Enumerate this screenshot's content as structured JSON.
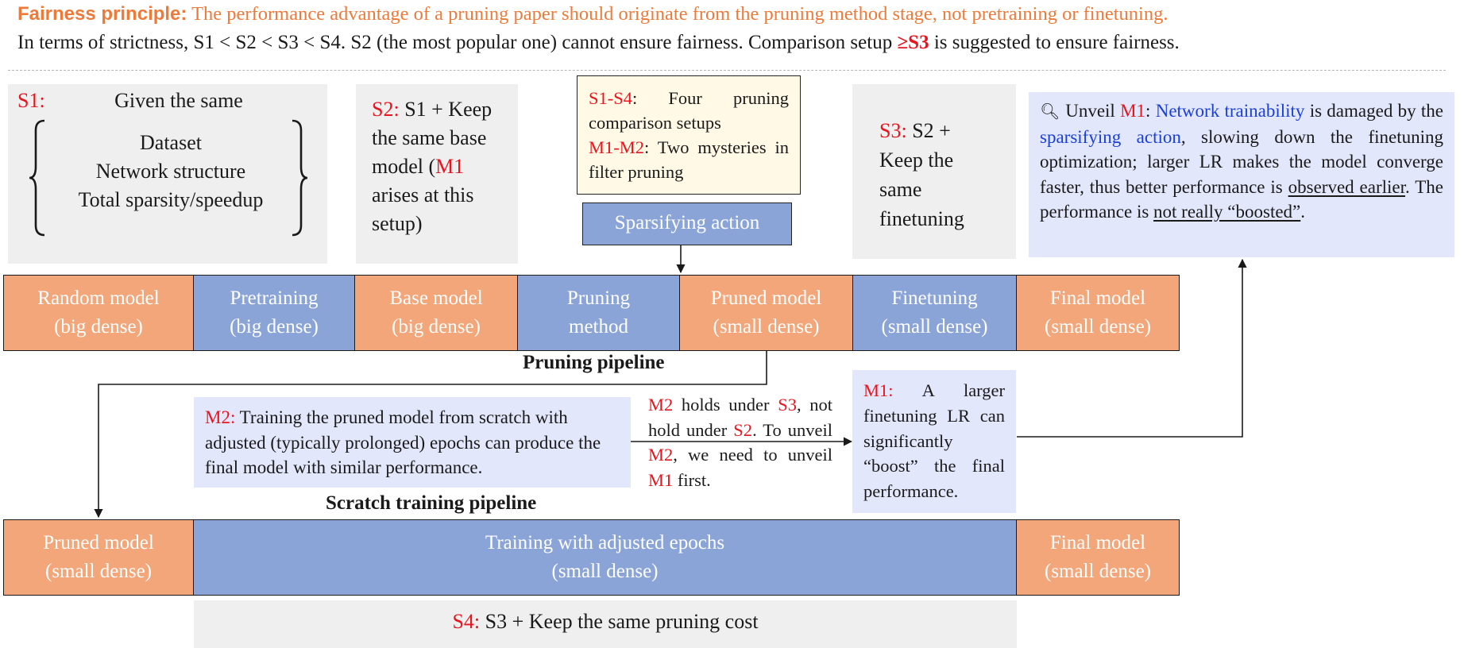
{
  "header": {
    "principle_lead": "Fairness principle:",
    "principle_text": " The performance advantage of a pruning paper should originate from the pruning method stage, not pretraining or finetuning.",
    "strictness_text": "In terms of strictness, S1 < S2 < S3 < S4. S2 (the most popular one) cannot ensure fairness. Comparison setup ",
    "strictness_emph": "≥S3",
    "strictness_tail": " is suggested to ensure fairness."
  },
  "setups": {
    "s1": {
      "tag": "S1:",
      "given": "Given the same",
      "items": [
        "Dataset",
        "Network structure",
        "Total sparsity/speedup"
      ]
    },
    "s2": {
      "tag": "S2:",
      "text_a": " S1 + Keep the same base model (",
      "m1": "M1",
      "text_b": " arises at this setup)"
    },
    "s3": {
      "tag": "S3:",
      "text": " S2 + Keep the same finetuning"
    },
    "s4": {
      "tag": "S4:",
      "text": " S3 + Keep the same pruning cost"
    }
  },
  "legend": {
    "s_tag": "S1-S4",
    "s_text": ": Four pruning comparison setups",
    "m_tag": "M1-M2",
    "m_text": ": Two mysteries in filter pruning"
  },
  "sparsifying_action": "Sparsifying action",
  "pruning_pipeline": {
    "label": "Pruning pipeline",
    "stages": [
      {
        "line1": "Random model",
        "line2": "(big dense)"
      },
      {
        "line1": "Pretraining",
        "line2": "(big dense)"
      },
      {
        "line1": "Base model",
        "line2": "(big dense)"
      },
      {
        "line1": "Pruning",
        "line2": "method"
      },
      {
        "line1": "Pruned model",
        "line2": "(small dense)"
      },
      {
        "line1": "Finetuning",
        "line2": "(small dense)"
      },
      {
        "line1": "Final model",
        "line2": "(small dense)"
      }
    ]
  },
  "scratch_pipeline": {
    "label": "Scratch training pipeline",
    "stages": [
      {
        "line1": "Pruned model",
        "line2": "(small dense)"
      },
      {
        "line1": "Training with adjusted epochs",
        "line2": "(small dense)"
      },
      {
        "line1": "Final model",
        "line2": "(small dense)"
      }
    ]
  },
  "m1_unveil": {
    "icon": "magnifier-icon",
    "p1": " Unveil ",
    "m1": "M1",
    "p2": ": ",
    "trainability": "Network trainability",
    "p3": " is damaged by the ",
    "sparsify": "sparsifying action",
    "p4": ", slowing down the finetuning optimization; larger LR makes the model converge faster, thus better performance is ",
    "observed": "observed earlier",
    "p5": ". The performance is ",
    "not_boosted": "not really “boosted”",
    "p6": "."
  },
  "m2_note": {
    "tag": "M2:",
    "text": " Training the pruned model from scratch with adjusted (typically prolonged) epochs can produce the final model with similar performance."
  },
  "m2_holds": {
    "m2a": "M2",
    "t1": " holds under ",
    "s3": "S3",
    "t2": ", not hold under ",
    "s2": "S2",
    "t3": ". To unveil ",
    "m2b": "M2",
    "t4": ", we need to unveil ",
    "m1": "M1",
    "t5": " first."
  },
  "m1_note": {
    "tag": "M1:",
    "text": " A larger finetuning LR can significantly “boost” the final performance."
  },
  "colors": {
    "orange_stage": "#f2a679",
    "blue_stage": "#8ba4d8",
    "highlight_red": "#e8141e",
    "highlight_blue": "#1a3fd6",
    "header_orange": "#ee7a3a",
    "note_bg": "#e3e7fb",
    "legend_bg": "#fff9e6",
    "setup_bg": "#efefef"
  }
}
